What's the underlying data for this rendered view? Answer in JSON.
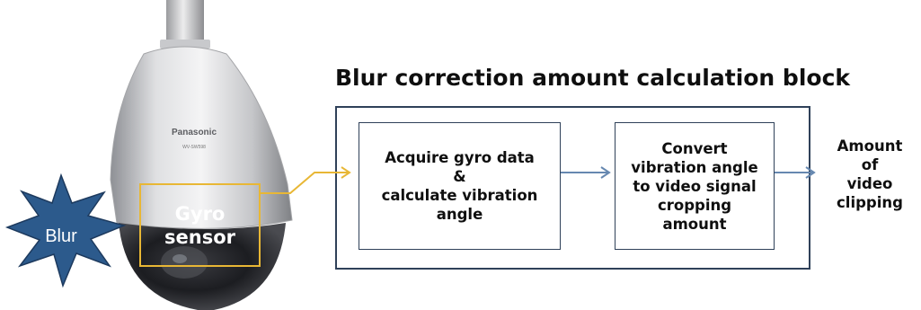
{
  "title": "Blur correction amount calculation block",
  "camera": {
    "brand": "Panasonic",
    "sensor_label_line1": "Gyro",
    "sensor_label_line2": "sensor"
  },
  "blur_label": "Blur",
  "steps": [
    {
      "lines": [
        "Acquire gyro data",
        "&",
        "calculate vibration",
        "angle"
      ]
    },
    {
      "lines": [
        "Convert",
        "vibration angle",
        "to video signal",
        "cropping",
        "amount"
      ]
    }
  ],
  "output": {
    "lines": [
      "Amount",
      "of",
      "video",
      "clipping"
    ]
  },
  "colors": {
    "sensor_highlight": "#e8b735",
    "blur_star": "#2c5a8c",
    "box_border": "#2f4159",
    "flow_arrow": "#6688b0"
  }
}
